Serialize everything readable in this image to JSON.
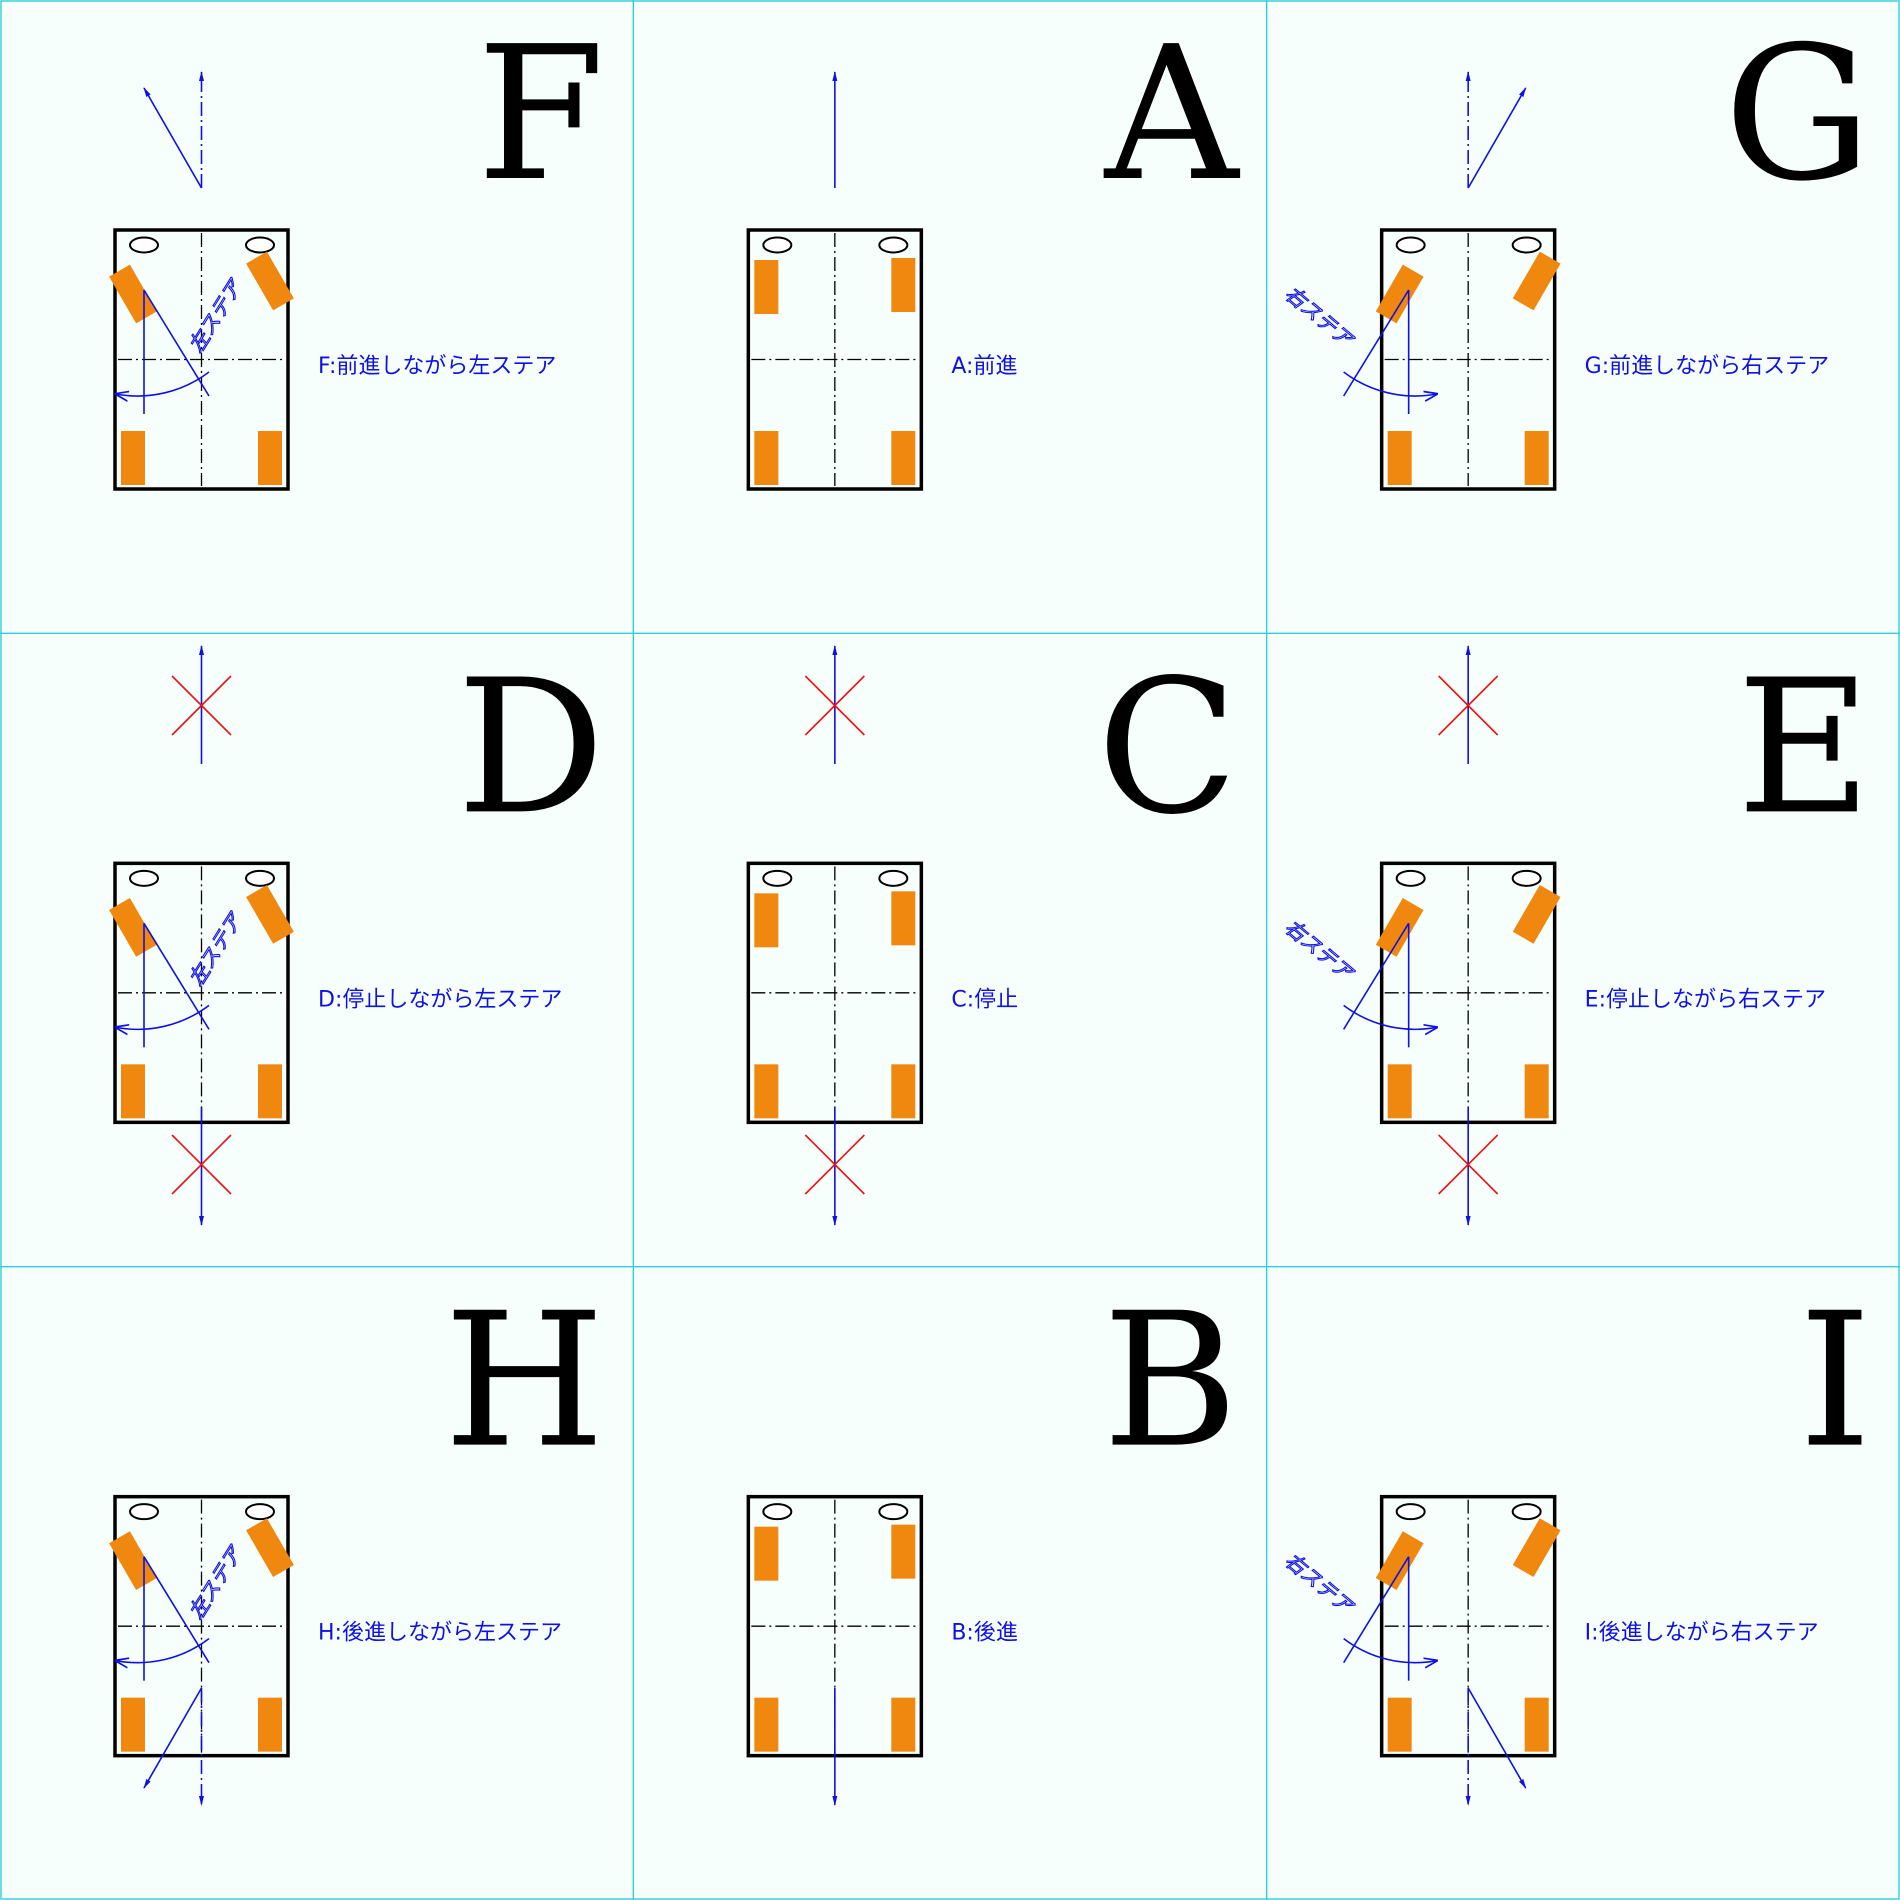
{
  "colors": {
    "background": "#f6fffc",
    "grid": "#33ccdd",
    "arrow": "#1010e0",
    "wheel": "#f0880f",
    "cross": "#ee1111",
    "body": "#000000"
  },
  "panels": [
    {
      "letter": "F",
      "caption": "F:前進しながら左ステア",
      "steer": "left",
      "steer_label": "左ステア",
      "motion": "forward"
    },
    {
      "letter": "A",
      "caption": "A:前進",
      "steer": "none",
      "steer_label": "",
      "motion": "forward"
    },
    {
      "letter": "G",
      "caption": "G:前進しながら右ステア",
      "steer": "right",
      "steer_label": "右ステア",
      "motion": "forward"
    },
    {
      "letter": "D",
      "caption": "D:停止しながら左ステア",
      "steer": "left",
      "steer_label": "左ステア",
      "motion": "stop"
    },
    {
      "letter": "C",
      "caption": "C:停止",
      "steer": "none",
      "steer_label": "",
      "motion": "stop"
    },
    {
      "letter": "E",
      "caption": "E:停止しながら右ステア",
      "steer": "right",
      "steer_label": "右ステア",
      "motion": "stop"
    },
    {
      "letter": "H",
      "caption": "H:後進しながら左ステア",
      "steer": "left",
      "steer_label": "左ステア",
      "motion": "reverse"
    },
    {
      "letter": "B",
      "caption": "B:後進",
      "steer": "none",
      "steer_label": "",
      "motion": "reverse"
    },
    {
      "letter": "I",
      "caption": "I:後進しながら右ステア",
      "steer": "right",
      "steer_label": "右ステア",
      "motion": "reverse"
    }
  ]
}
